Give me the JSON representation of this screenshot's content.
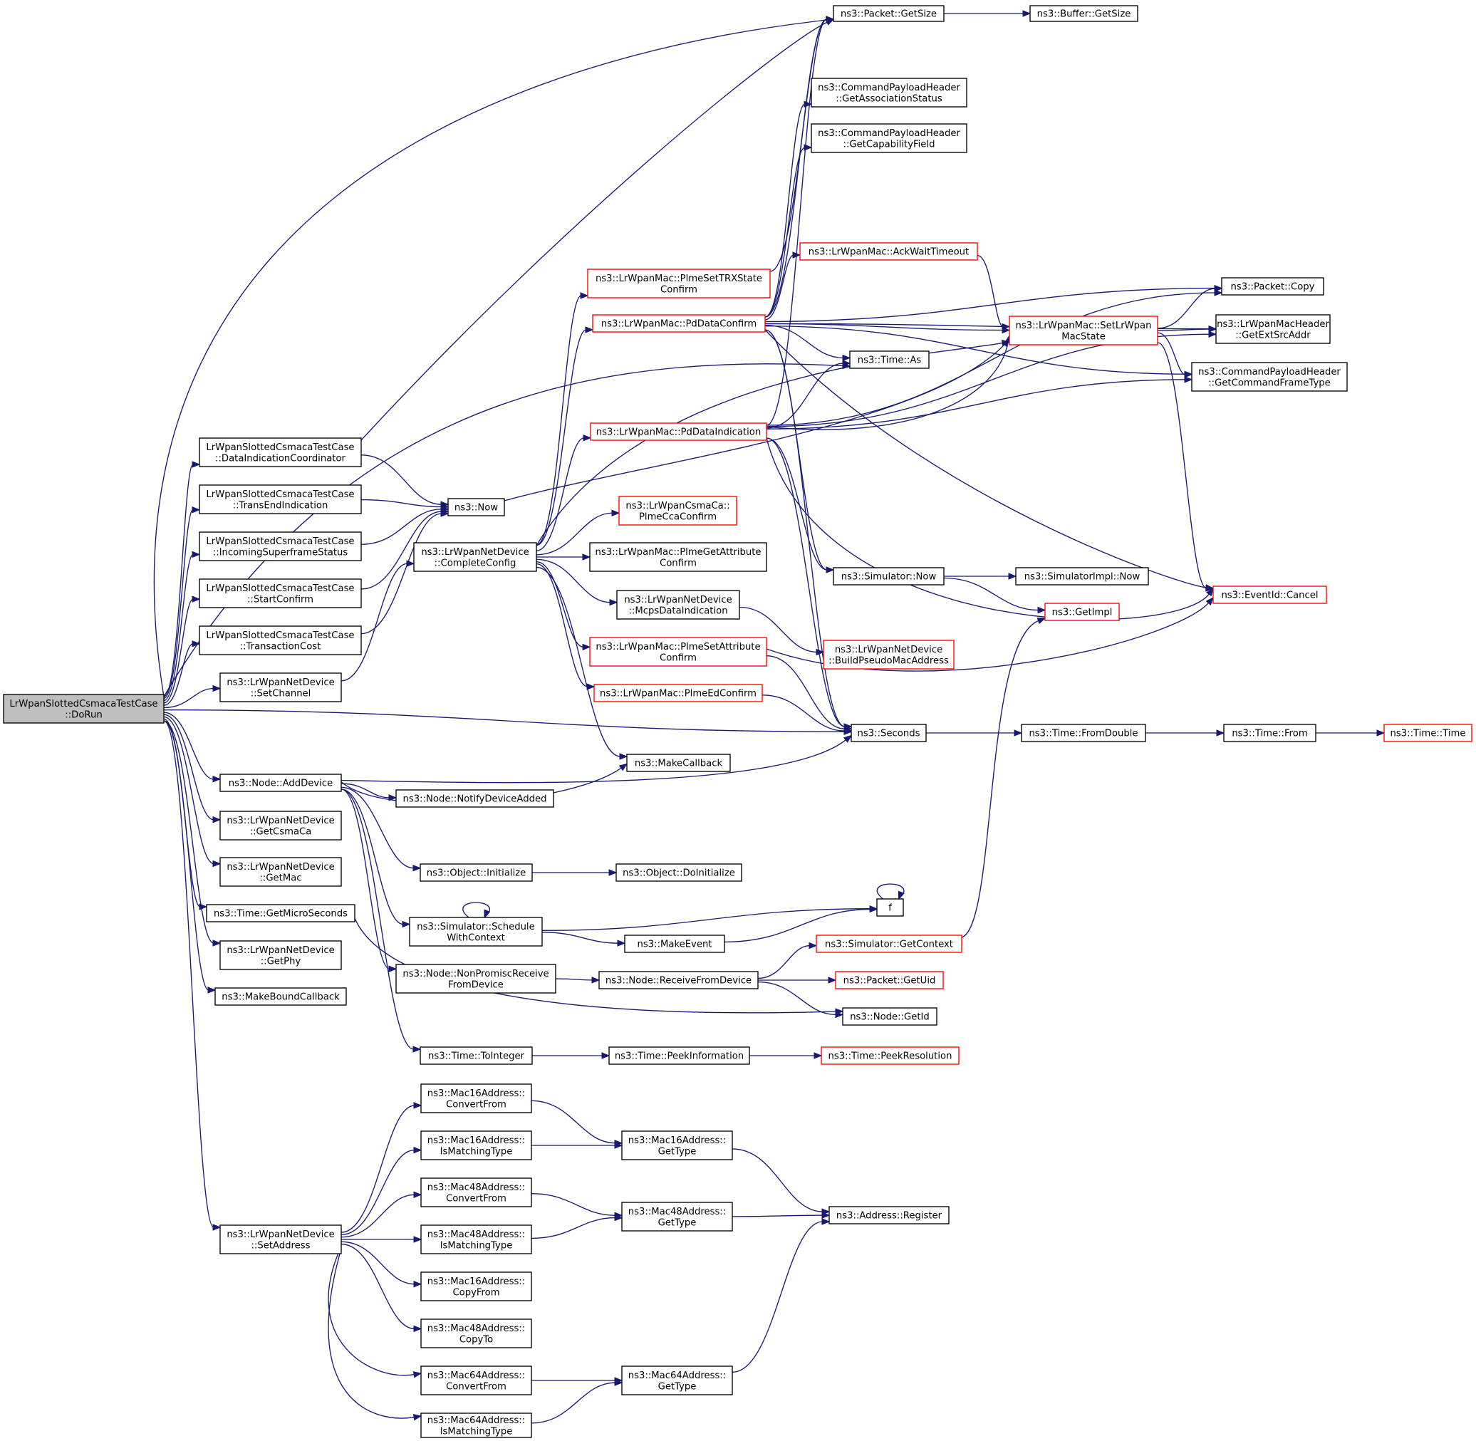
{
  "colors": {
    "edge": "#191970",
    "border_default": "#000000",
    "border_incomplete": "#ff0000",
    "fill_focus": "#bfbfbf",
    "fill_default": "#ffffff"
  },
  "nodes": {
    "doRun": {
      "lines": [
        "LrWpanSlottedCsmacaTestCase",
        "::DoRun"
      ],
      "kind": "focus"
    },
    "getSize": {
      "lines": [
        "ns3::Packet::GetSize"
      ],
      "kind": "normal"
    },
    "bufferGetSize": {
      "lines": [
        "ns3::Buffer::GetSize"
      ],
      "kind": "normal"
    },
    "getAssocStatus": {
      "lines": [
        "ns3::CommandPayloadHeader",
        "::GetAssociationStatus"
      ],
      "kind": "normal"
    },
    "getCapField": {
      "lines": [
        "ns3::CommandPayloadHeader",
        "::GetCapabilityField"
      ],
      "kind": "normal"
    },
    "ackWait": {
      "lines": [
        "ns3::LrWpanMac::AckWaitTimeout"
      ],
      "kind": "red"
    },
    "plmeSetTrx": {
      "lines": [
        "ns3::LrWpanMac::PlmeSetTRXState",
        "Confirm"
      ],
      "kind": "red"
    },
    "pdDataConfirm": {
      "lines": [
        "ns3::LrWpanMac::PdDataConfirm"
      ],
      "kind": "red"
    },
    "packetCopy": {
      "lines": [
        "ns3::Packet::Copy"
      ],
      "kind": "normal"
    },
    "setState": {
      "lines": [
        "ns3::LrWpanMac::SetLrWpan",
        "MacState"
      ],
      "kind": "red"
    },
    "getExtSrc": {
      "lines": [
        "ns3::LrWpanMacHeader",
        "::GetExtSrcAddr"
      ],
      "kind": "normal"
    },
    "timeAs": {
      "lines": [
        "ns3::Time::As"
      ],
      "kind": "normal"
    },
    "getCmdType": {
      "lines": [
        "ns3::CommandPayloadHeader",
        "::GetCommandFrameType"
      ],
      "kind": "normal"
    },
    "pdDataInd": {
      "lines": [
        "ns3::LrWpanMac::PdDataIndication"
      ],
      "kind": "red"
    },
    "dataIndCoord": {
      "lines": [
        "LrWpanSlottedCsmacaTestCase",
        "::DataIndicationCoordinator"
      ],
      "kind": "normal"
    },
    "transEnd": {
      "lines": [
        "LrWpanSlottedCsmacaTestCase",
        "::TransEndIndication"
      ],
      "kind": "normal"
    },
    "now": {
      "lines": [
        "ns3::Now"
      ],
      "kind": "normal"
    },
    "plmeCca": {
      "lines": [
        "ns3::LrWpanCsmaCa::",
        "PlmeCcaConfirm"
      ],
      "kind": "red"
    },
    "incSuper": {
      "lines": [
        "LrWpanSlottedCsmacaTestCase",
        "::IncomingSuperframeStatus"
      ],
      "kind": "normal"
    },
    "completeConfig": {
      "lines": [
        "ns3::LrWpanNetDevice",
        "::CompleteConfig"
      ],
      "kind": "normal"
    },
    "plmeGetAttr": {
      "lines": [
        "ns3::LrWpanMac::PlmeGetAttribute",
        "Confirm"
      ],
      "kind": "normal"
    },
    "simNow": {
      "lines": [
        "ns3::Simulator::Now"
      ],
      "kind": "normal"
    },
    "simImplNow": {
      "lines": [
        "ns3::SimulatorImpl::Now"
      ],
      "kind": "normal"
    },
    "startConfirm": {
      "lines": [
        "LrWpanSlottedCsmacaTestCase",
        "::StartConfirm"
      ],
      "kind": "normal"
    },
    "mcpsDataInd": {
      "lines": [
        "ns3::LrWpanNetDevice",
        "::McpsDataIndication"
      ],
      "kind": "normal"
    },
    "eventCancel": {
      "lines": [
        "ns3::EventId::Cancel"
      ],
      "kind": "red"
    },
    "getImpl": {
      "lines": [
        "ns3::GetImpl"
      ],
      "kind": "red"
    },
    "transCost": {
      "lines": [
        "LrWpanSlottedCsmacaTestCase",
        "::TransactionCost"
      ],
      "kind": "normal"
    },
    "plmeSetAttr": {
      "lines": [
        "ns3::LrWpanMac::PlmeSetAttribute",
        "Confirm"
      ],
      "kind": "red"
    },
    "buildPseudo": {
      "lines": [
        "ns3::LrWpanNetDevice",
        "::BuildPseudoMacAddress"
      ],
      "kind": "red"
    },
    "setChannel": {
      "lines": [
        "ns3::LrWpanNetDevice",
        "::SetChannel"
      ],
      "kind": "normal"
    },
    "plmeEd": {
      "lines": [
        "ns3::LrWpanMac::PlmeEdConfirm"
      ],
      "kind": "red"
    },
    "seconds": {
      "lines": [
        "ns3::Seconds"
      ],
      "kind": "normal"
    },
    "fromDouble": {
      "lines": [
        "ns3::Time::FromDouble"
      ],
      "kind": "normal"
    },
    "timeFrom": {
      "lines": [
        "ns3::Time::From"
      ],
      "kind": "normal"
    },
    "timeTime": {
      "lines": [
        "ns3::Time::Time"
      ],
      "kind": "red"
    },
    "makeCallback": {
      "lines": [
        "ns3::MakeCallback"
      ],
      "kind": "normal"
    },
    "addDevice": {
      "lines": [
        "ns3::Node::AddDevice"
      ],
      "kind": "normal"
    },
    "notifyAdded": {
      "lines": [
        "ns3::Node::NotifyDeviceAdded"
      ],
      "kind": "normal"
    },
    "getCsmaCa": {
      "lines": [
        "ns3::LrWpanNetDevice",
        "::GetCsmaCa"
      ],
      "kind": "normal"
    },
    "getMac": {
      "lines": [
        "ns3::LrWpanNetDevice",
        "::GetMac"
      ],
      "kind": "normal"
    },
    "objInit": {
      "lines": [
        "ns3::Object::Initialize"
      ],
      "kind": "normal"
    },
    "objDoInit": {
      "lines": [
        "ns3::Object::DoInitialize"
      ],
      "kind": "normal"
    },
    "f": {
      "lines": [
        "f"
      ],
      "kind": "normal"
    },
    "getMicro": {
      "lines": [
        "ns3::Time::GetMicroSeconds"
      ],
      "kind": "normal"
    },
    "schedCtx": {
      "lines": [
        "ns3::Simulator::Schedule",
        "WithContext"
      ],
      "kind": "normal"
    },
    "makeEvent": {
      "lines": [
        "ns3::MakeEvent"
      ],
      "kind": "normal"
    },
    "simGetCtx": {
      "lines": [
        "ns3::Simulator::GetContext"
      ],
      "kind": "red"
    },
    "getPhy": {
      "lines": [
        "ns3::LrWpanNetDevice",
        "::GetPhy"
      ],
      "kind": "normal"
    },
    "nonPromisc": {
      "lines": [
        "ns3::Node::NonPromiscReceive",
        "FromDevice"
      ],
      "kind": "normal"
    },
    "recvFromDev": {
      "lines": [
        "ns3::Node::ReceiveFromDevice"
      ],
      "kind": "normal"
    },
    "getUid": {
      "lines": [
        "ns3::Packet::GetUid"
      ],
      "kind": "red"
    },
    "makeBound": {
      "lines": [
        "ns3::MakeBoundCallback"
      ],
      "kind": "normal"
    },
    "nodeGetId": {
      "lines": [
        "ns3::Node::GetId"
      ],
      "kind": "normal"
    },
    "toInteger": {
      "lines": [
        "ns3::Time::ToInteger"
      ],
      "kind": "normal"
    },
    "peekInfo": {
      "lines": [
        "ns3::Time::PeekInformation"
      ],
      "kind": "normal"
    },
    "peekRes": {
      "lines": [
        "ns3::Time::PeekResolution"
      ],
      "kind": "red"
    },
    "m16ConvFrom": {
      "lines": [
        "ns3::Mac16Address::",
        "ConvertFrom"
      ],
      "kind": "normal"
    },
    "m16GetType": {
      "lines": [
        "ns3::Mac16Address::",
        "GetType"
      ],
      "kind": "normal"
    },
    "m16IsMatch": {
      "lines": [
        "ns3::Mac16Address::",
        "IsMatchingType"
      ],
      "kind": "normal"
    },
    "m48ConvFrom": {
      "lines": [
        "ns3::Mac48Address::",
        "ConvertFrom"
      ],
      "kind": "normal"
    },
    "m48GetType": {
      "lines": [
        "ns3::Mac48Address::",
        "GetType"
      ],
      "kind": "normal"
    },
    "addrRegister": {
      "lines": [
        "ns3::Address::Register"
      ],
      "kind": "normal"
    },
    "m48IsMatch": {
      "lines": [
        "ns3::Mac48Address::",
        "IsMatchingType"
      ],
      "kind": "normal"
    },
    "setAddress": {
      "lines": [
        "ns3::LrWpanNetDevice",
        "::SetAddress"
      ],
      "kind": "normal"
    },
    "m16CopyFrom": {
      "lines": [
        "ns3::Mac16Address::",
        "CopyFrom"
      ],
      "kind": "normal"
    },
    "m48CopyTo": {
      "lines": [
        "ns3::Mac48Address::",
        "CopyTo"
      ],
      "kind": "normal"
    },
    "m64ConvFrom": {
      "lines": [
        "ns3::Mac64Address::",
        "ConvertFrom"
      ],
      "kind": "normal"
    },
    "m64GetType": {
      "lines": [
        "ns3::Mac64Address::",
        "GetType"
      ],
      "kind": "normal"
    },
    "m64IsMatch": {
      "lines": [
        "ns3::Mac64Address::",
        "IsMatchingType"
      ],
      "kind": "normal"
    }
  },
  "edges": [
    [
      "doRun",
      "getSize"
    ],
    [
      "doRun",
      "dataIndCoord"
    ],
    [
      "doRun",
      "transEnd"
    ],
    [
      "doRun",
      "incSuper"
    ],
    [
      "doRun",
      "startConfirm"
    ],
    [
      "doRun",
      "transCost"
    ],
    [
      "doRun",
      "timeAs"
    ],
    [
      "doRun",
      "setChannel"
    ],
    [
      "doRun",
      "seconds"
    ],
    [
      "doRun",
      "addDevice"
    ],
    [
      "doRun",
      "getCsmaCa"
    ],
    [
      "doRun",
      "getMac"
    ],
    [
      "doRun",
      "getMicro"
    ],
    [
      "doRun",
      "getPhy"
    ],
    [
      "doRun",
      "makeBound"
    ],
    [
      "doRun",
      "setAddress"
    ],
    [
      "dataIndCoord",
      "getSize"
    ],
    [
      "dataIndCoord",
      "now"
    ],
    [
      "transEnd",
      "now"
    ],
    [
      "incSuper",
      "now"
    ],
    [
      "startConfirm",
      "now"
    ],
    [
      "transCost",
      "now"
    ],
    [
      "now",
      "setState"
    ],
    [
      "setChannel",
      "completeConfig"
    ],
    [
      "completeConfig",
      "plmeSetTrx"
    ],
    [
      "completeConfig",
      "pdDataConfirm"
    ],
    [
      "completeConfig",
      "pdDataInd"
    ],
    [
      "completeConfig",
      "plmeCca"
    ],
    [
      "completeConfig",
      "plmeGetAttr"
    ],
    [
      "completeConfig",
      "mcpsDataInd"
    ],
    [
      "completeConfig",
      "plmeSetAttr"
    ],
    [
      "completeConfig",
      "plmeEd"
    ],
    [
      "completeConfig",
      "makeCallback"
    ],
    [
      "completeConfig",
      "setState"
    ],
    [
      "plmeSetTrx",
      "getSize"
    ],
    [
      "pdDataConfirm",
      "getSize"
    ],
    [
      "pdDataConfirm",
      "getAssocStatus"
    ],
    [
      "pdDataConfirm",
      "getCapField"
    ],
    [
      "pdDataConfirm",
      "ackWait"
    ],
    [
      "pdDataConfirm",
      "packetCopy"
    ],
    [
      "pdDataConfirm",
      "setState"
    ],
    [
      "pdDataConfirm",
      "getExtSrc"
    ],
    [
      "pdDataConfirm",
      "timeAs"
    ],
    [
      "pdDataConfirm",
      "getCmdType"
    ],
    [
      "pdDataConfirm",
      "simNow"
    ],
    [
      "pdDataConfirm",
      "eventCancel"
    ],
    [
      "pdDataConfirm",
      "seconds"
    ],
    [
      "pdDataInd",
      "getSize"
    ],
    [
      "pdDataInd",
      "packetCopy"
    ],
    [
      "pdDataInd",
      "setState"
    ],
    [
      "pdDataInd",
      "getExtSrc"
    ],
    [
      "pdDataInd",
      "timeAs"
    ],
    [
      "pdDataInd",
      "getCmdType"
    ],
    [
      "pdDataInd",
      "simNow"
    ],
    [
      "pdDataInd",
      "eventCancel"
    ],
    [
      "pdDataInd",
      "seconds"
    ],
    [
      "ackWait",
      "setState"
    ],
    [
      "setState",
      "packetCopy"
    ],
    [
      "setState",
      "getExtSrc"
    ],
    [
      "setState",
      "getCmdType"
    ],
    [
      "setState",
      "eventCancel"
    ],
    [
      "getSize",
      "bufferGetSize"
    ],
    [
      "simNow",
      "simImplNow"
    ],
    [
      "simNow",
      "getImpl"
    ],
    [
      "mcpsDataInd",
      "buildPseudo"
    ],
    [
      "plmeSetAttr",
      "seconds"
    ],
    [
      "plmeSetAttr",
      "eventCancel"
    ],
    [
      "plmeEd",
      "seconds"
    ],
    [
      "seconds",
      "fromDouble"
    ],
    [
      "fromDouble",
      "timeFrom"
    ],
    [
      "timeFrom",
      "timeTime"
    ],
    [
      "addDevice",
      "notifyAdded"
    ],
    [
      "addDevice",
      "makeCallback"
    ],
    [
      "addDevice",
      "seconds"
    ],
    [
      "addDevice",
      "objInit"
    ],
    [
      "addDevice",
      "schedCtx"
    ],
    [
      "addDevice",
      "nonPromisc"
    ],
    [
      "addDevice",
      "toInteger"
    ],
    [
      "objInit",
      "objDoInit"
    ],
    [
      "schedCtx",
      "schedCtx"
    ],
    [
      "schedCtx",
      "f"
    ],
    [
      "schedCtx",
      "makeEvent"
    ],
    [
      "makeEvent",
      "f"
    ],
    [
      "f",
      "f"
    ],
    [
      "getMicro",
      "nodeGetId"
    ],
    [
      "nonPromisc",
      "recvFromDev"
    ],
    [
      "recvFromDev",
      "simGetCtx"
    ],
    [
      "recvFromDev",
      "getUid"
    ],
    [
      "recvFromDev",
      "nodeGetId"
    ],
    [
      "simGetCtx",
      "getImpl"
    ],
    [
      "toInteger",
      "peekInfo"
    ],
    [
      "peekInfo",
      "peekRes"
    ],
    [
      "setAddress",
      "m16ConvFrom"
    ],
    [
      "setAddress",
      "m16IsMatch"
    ],
    [
      "setAddress",
      "m48ConvFrom"
    ],
    [
      "setAddress",
      "m48IsMatch"
    ],
    [
      "setAddress",
      "m16CopyFrom"
    ],
    [
      "setAddress",
      "m48CopyTo"
    ],
    [
      "setAddress",
      "m64ConvFrom"
    ],
    [
      "setAddress",
      "m64IsMatch"
    ],
    [
      "m16ConvFrom",
      "m16GetType"
    ],
    [
      "m16IsMatch",
      "m16GetType"
    ],
    [
      "m48ConvFrom",
      "m48GetType"
    ],
    [
      "m48IsMatch",
      "m48GetType"
    ],
    [
      "m16GetType",
      "addrRegister"
    ],
    [
      "m48GetType",
      "addrRegister"
    ],
    [
      "m64GetType",
      "addrRegister"
    ],
    [
      "m64ConvFrom",
      "m64GetType"
    ],
    [
      "m64IsMatch",
      "m64GetType"
    ]
  ]
}
